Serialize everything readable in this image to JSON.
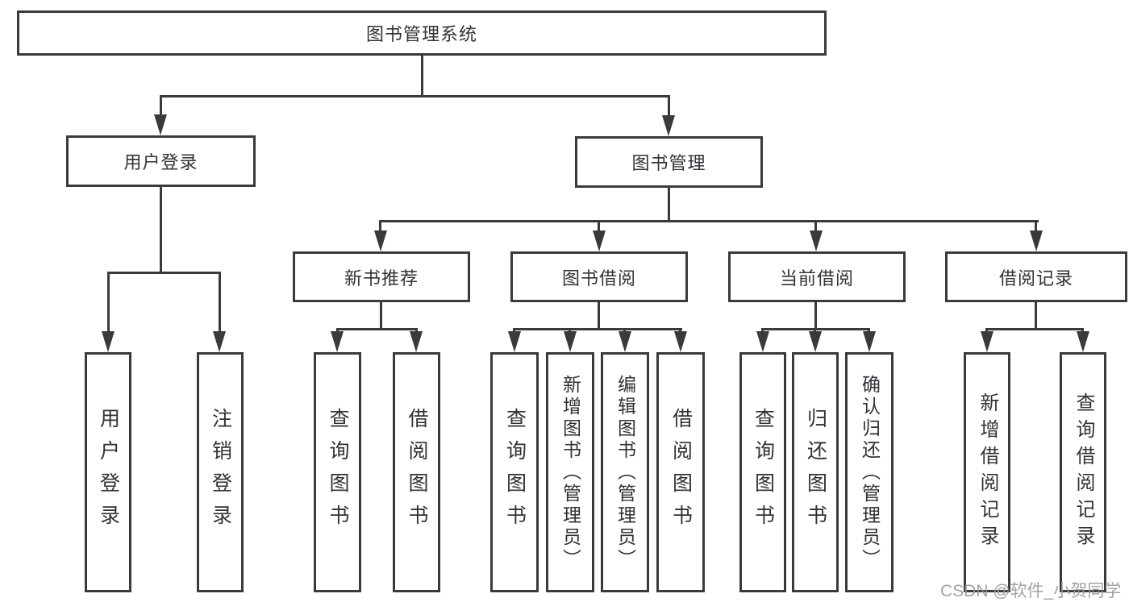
{
  "nodes": {
    "root": "图书管理系统",
    "l1": {
      "user_login": "用户登录",
      "book_mgmt": "图书管理"
    },
    "l2": {
      "new_book_rec": "新书推荐",
      "book_borrow": "图书借阅",
      "current_borrow": "当前借阅",
      "borrow_record": "借阅记录"
    },
    "leaf": {
      "login": "用户登录",
      "logout": "注销登录",
      "nbr_query": "查询图书",
      "nbr_borrow": "借阅图书",
      "bb_query": "查询图书",
      "bb_add": "新增图书（管理员）",
      "bb_edit": "编辑图书（管理员）",
      "bb_borrow": "借阅图书",
      "cb_query": "查询图书",
      "cb_return": "归还图书",
      "cb_confirm": "确认归还（管理员）",
      "br_add": "新增借阅记录",
      "br_query": "查询借阅记录"
    }
  },
  "watermark": "CSDN @软件_小贺同学",
  "colors": {
    "line": "#3a3a3c",
    "text": "#323236",
    "watermark": "#989898",
    "background": "#ffffff"
  }
}
